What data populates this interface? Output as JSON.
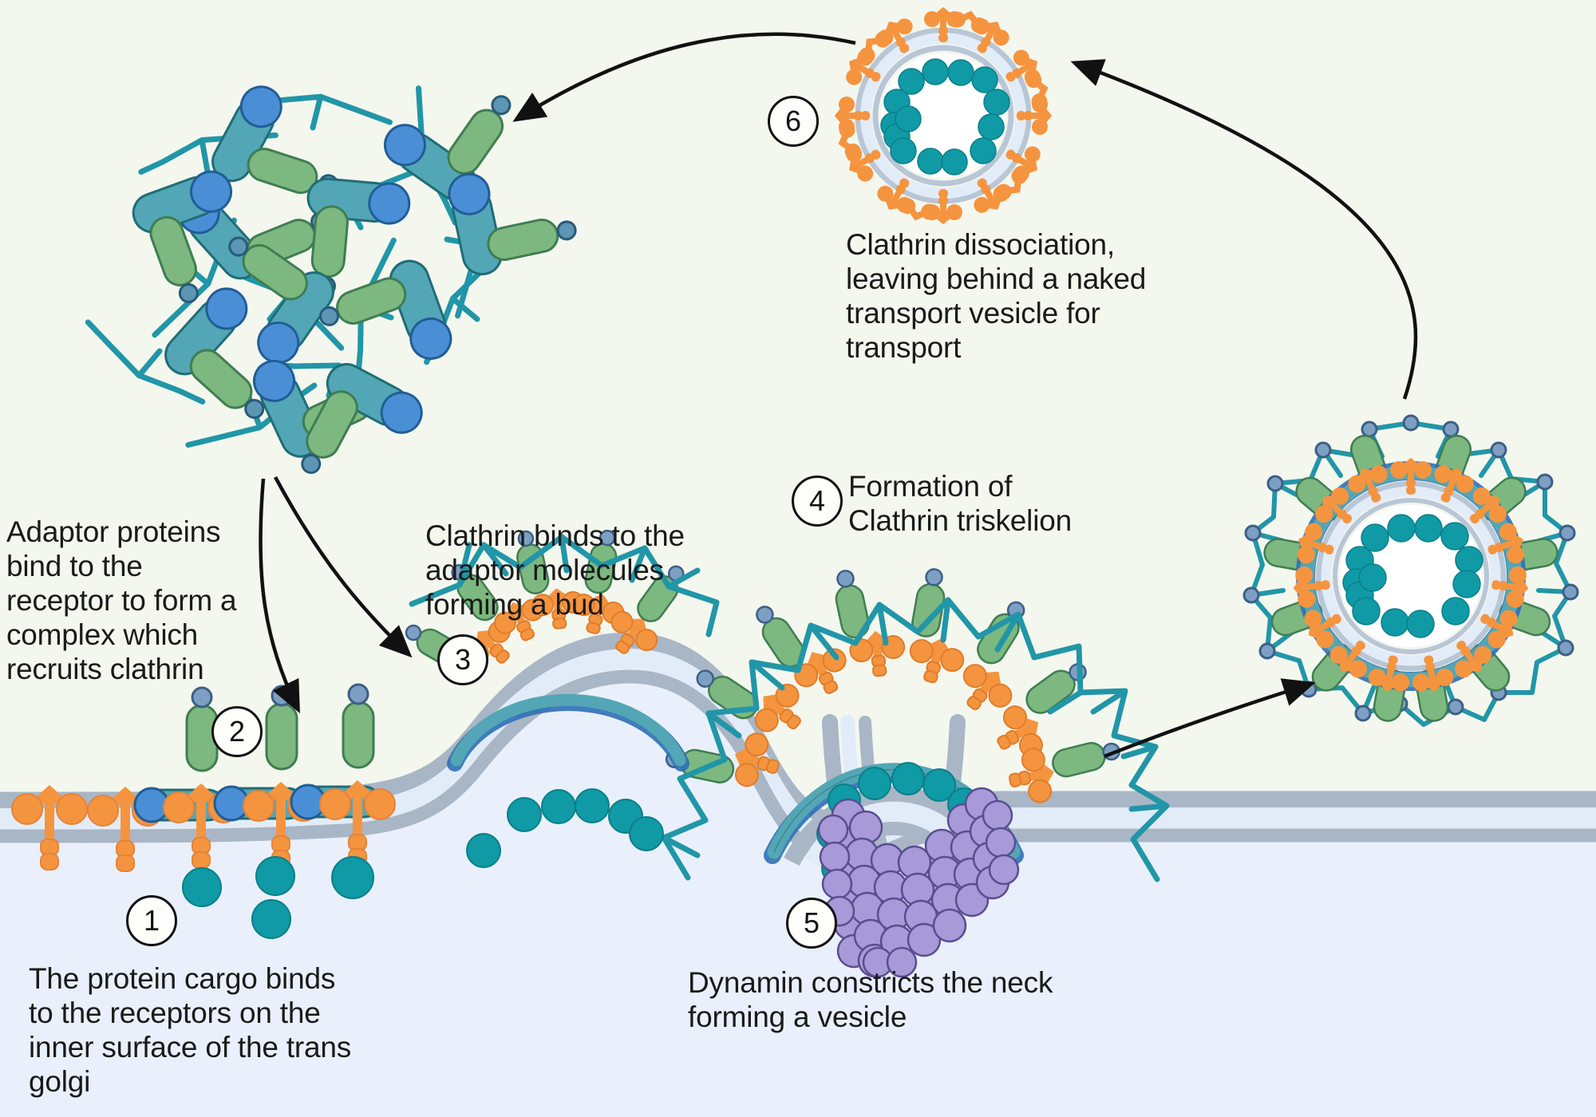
{
  "diagram": {
    "title": "Clathrin-mediated vesicle formation at the trans Golgi",
    "background_color": "#f4f7ee",
    "cytoplasm_color": "#e9f0fb",
    "membrane_band_color": "#a9b6c6",
    "membrane_core_color": "#e2ecf9"
  },
  "palette": {
    "clathrin_teal": "#2196a8",
    "adaptor_green": "#7cb87f",
    "adaptor_teal": "#53a6b5",
    "adaptor_blue": "#4a8fd6",
    "receptor_orange": "#f5943f",
    "cargo_teal": "#0f9aa6",
    "dynamin_purple": "#a89ad8",
    "membrane_gray": "#a9b6c6",
    "text_black": "#1a1a1a"
  },
  "steps": [
    {
      "number": "1",
      "text": "The protein cargo binds\nto the receptors on the\ninner surface of the trans\ngolgi"
    },
    {
      "number": "2",
      "text": "Adaptor proteins\nbind to the\nreceptor to form a\ncomplex which\nrecruits clathrin"
    },
    {
      "number": "3",
      "text": "Clathrin binds to the\nadaptor molecules\nforming a bud"
    },
    {
      "number": "4",
      "text": "Formation of\nClathrin triskelion"
    },
    {
      "number": "5",
      "text": "Dynamin constricts the neck\nforming a vesicle"
    },
    {
      "number": "6",
      "text": "Clathrin dissociation,\nleaving behind a naked\ntransport vesicle for\ntransport"
    }
  ],
  "structures": {
    "free_clathrin_pool": "scattered clathrin triskelions and adaptor protein complexes",
    "coated_vesicle": "clathrin-coated transport vesicle",
    "naked_vesicle": "naked transport vesicle",
    "dynamin_collar": "dynamin spiral constricting the vesicle neck"
  }
}
